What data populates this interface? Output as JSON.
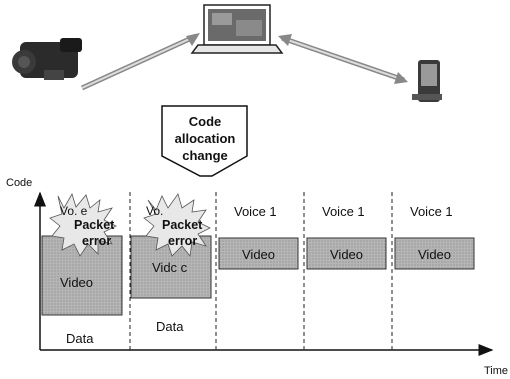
{
  "callout": {
    "lines": [
      "Code",
      "allocation",
      "change"
    ]
  },
  "axes": {
    "y_label": "Code",
    "x_label": "Time"
  },
  "slots": [
    {
      "voice_label": "Vo. e",
      "packet_error_lines": [
        "Packet",
        "error"
      ],
      "video_label": "Video",
      "data_label": "Data"
    },
    {
      "voice_label": "Vo.",
      "packet_error_lines": [
        "Packet",
        "error"
      ],
      "video_label": "Vidc c",
      "data_label": "Data"
    },
    {
      "voice_label": "Voice 1",
      "video_label": "Video"
    },
    {
      "voice_label": "Voice 1",
      "video_label": "Video"
    },
    {
      "voice_label": "Voice 1",
      "video_label": "Video"
    }
  ],
  "devices": {
    "source": "camcorder-icon",
    "hub": "laptop-icon",
    "sink": "mobile-phone-icon"
  },
  "colors": {
    "video_block": "#b5b5b5",
    "burst_fill": "#e8e8e8",
    "line": "#111111"
  }
}
